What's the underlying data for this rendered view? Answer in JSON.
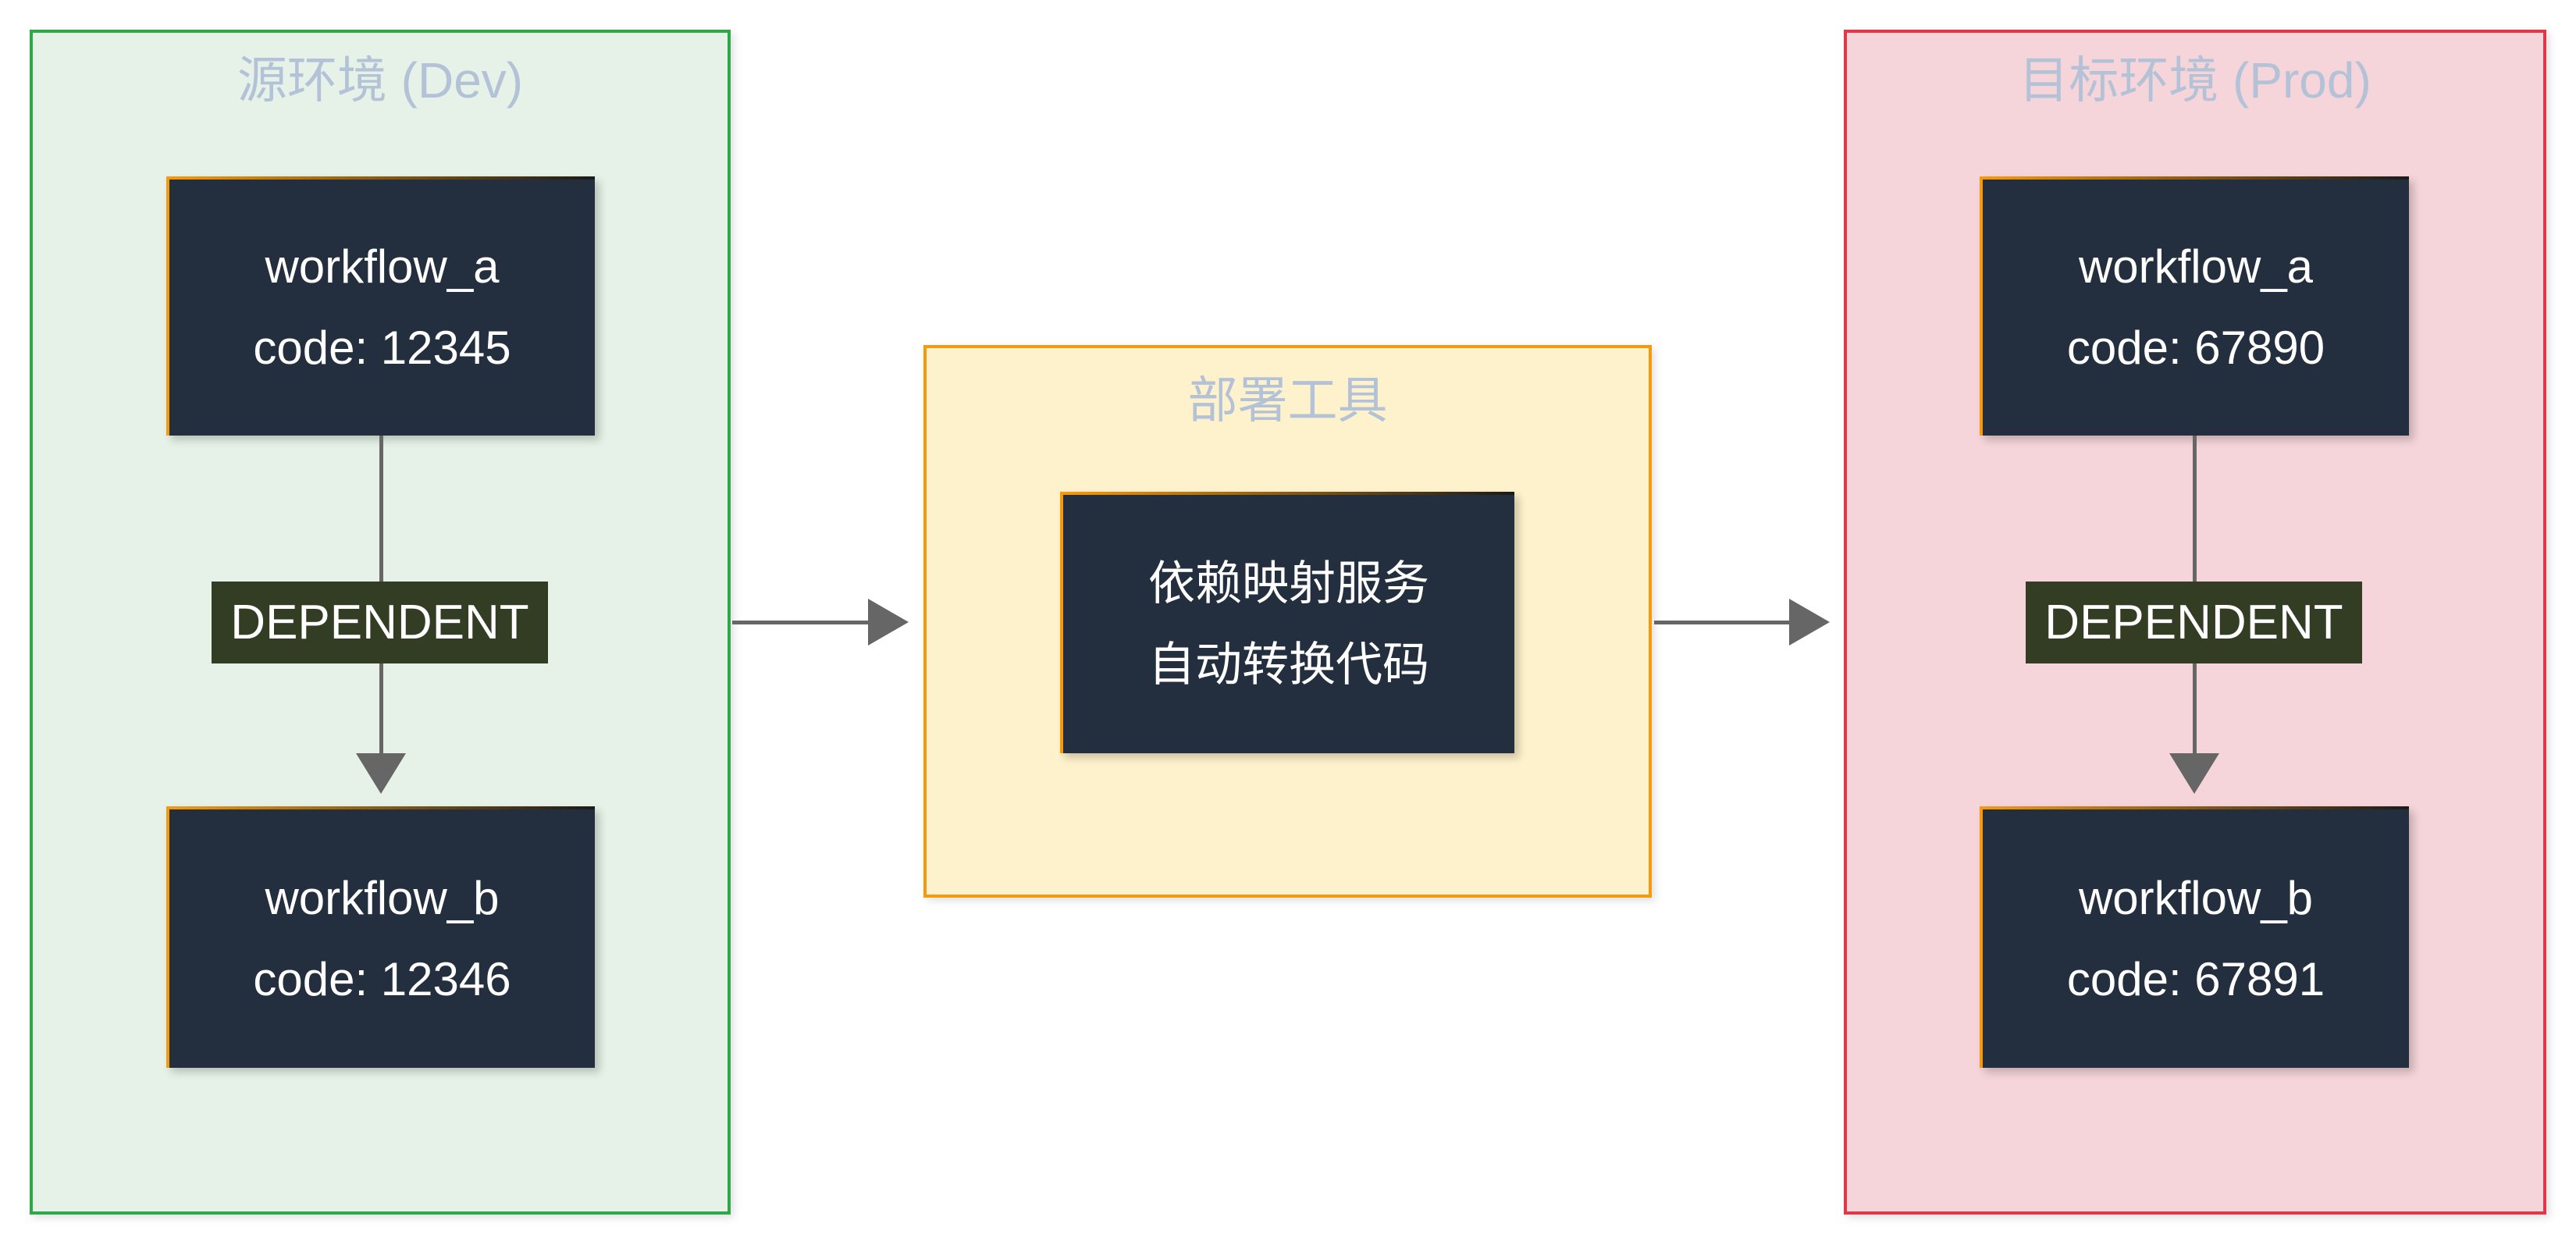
{
  "source_env": {
    "title": "源环境 (Dev)",
    "nodes": [
      {
        "name": "workflow_a",
        "code": "code: 12345"
      },
      {
        "name": "workflow_b",
        "code": "code: 12346"
      }
    ],
    "edge_label": "DEPENDENT"
  },
  "deploy_tool": {
    "title": "部署工具",
    "node_lines": [
      "依赖映射服务",
      "自动转换代码"
    ]
  },
  "target_env": {
    "title": "目标环境 (Prod)",
    "nodes": [
      {
        "name": "workflow_a",
        "code": "code: 67890"
      },
      {
        "name": "workflow_b",
        "code": "code: 67891"
      }
    ],
    "edge_label": "DEPENDENT"
  },
  "colors": {
    "source_bg": "#e6f2e8",
    "source_border": "#2ea84a",
    "tool_bg": "#fef2cc",
    "tool_border": "#f59a0c",
    "target_bg": "#f5d5d9",
    "target_border": "#e0384a",
    "node_bg": "#232e3e",
    "label_bg": "#323d24"
  }
}
